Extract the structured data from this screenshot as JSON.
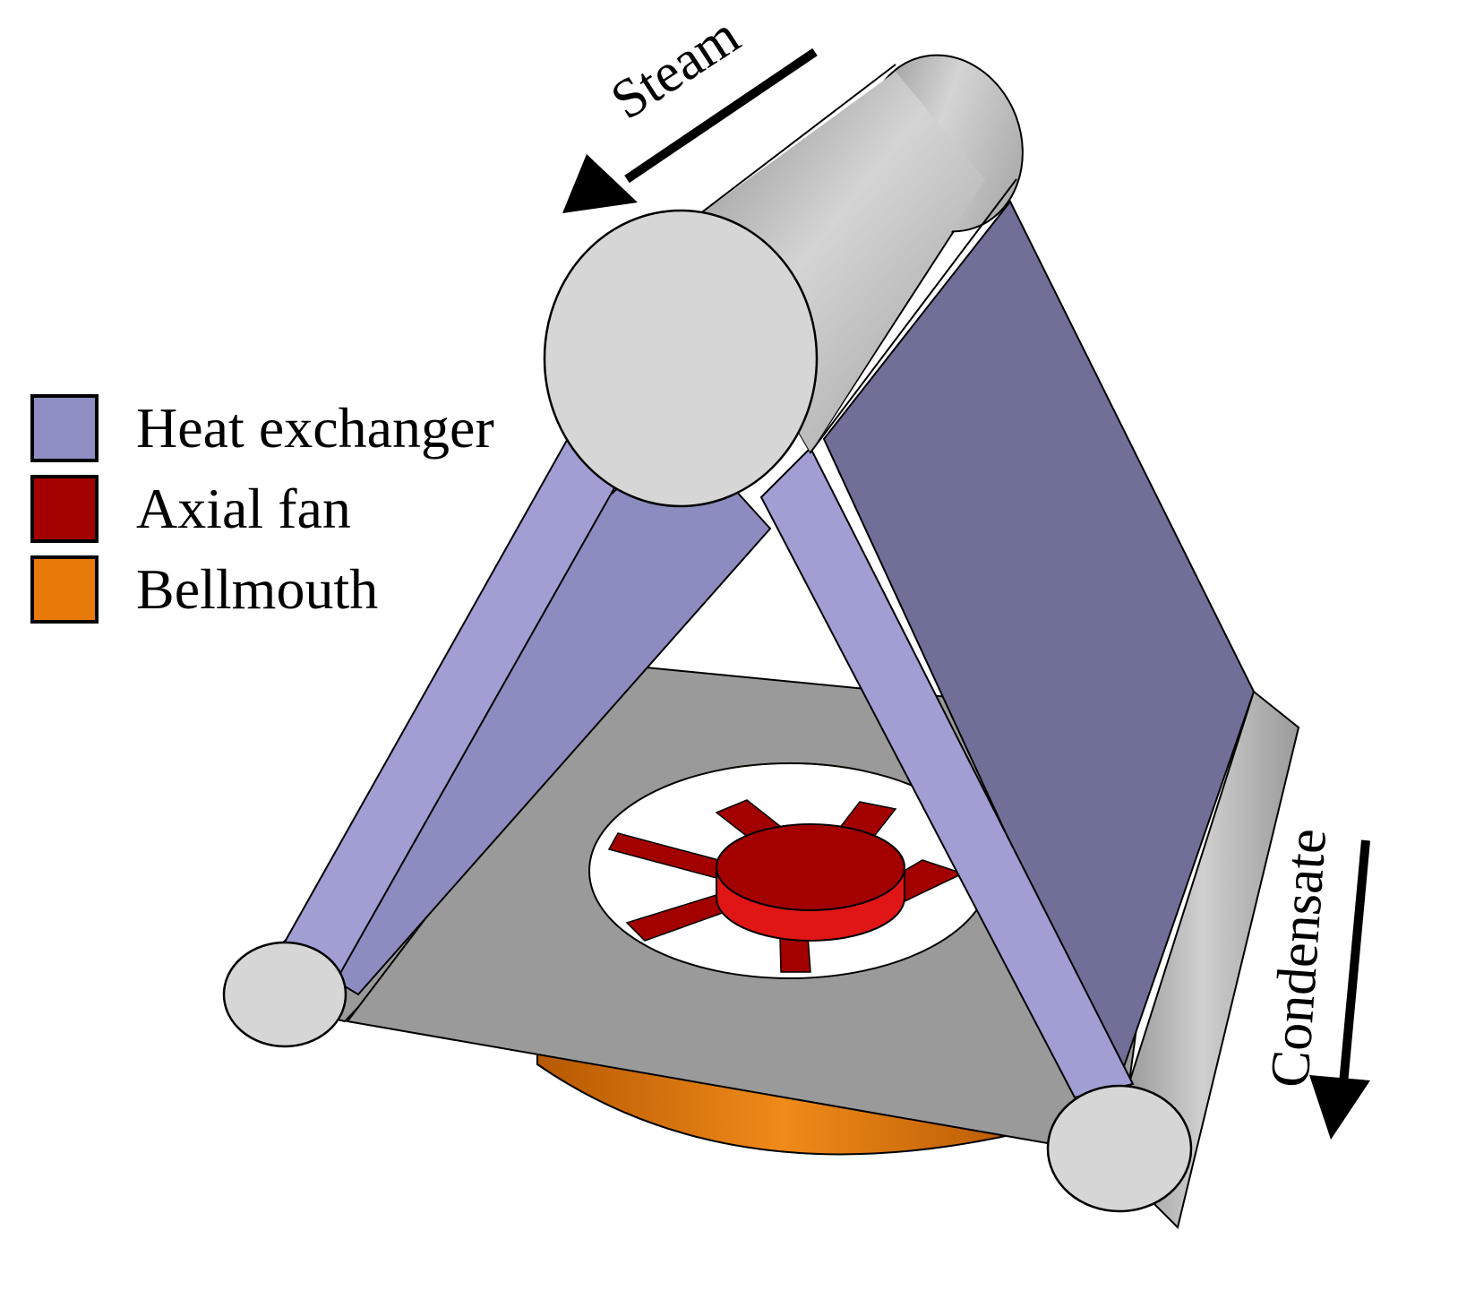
{
  "legend": {
    "items": [
      {
        "label": "Heat exchanger",
        "color": "#8e8ec4"
      },
      {
        "label": "Axial fan",
        "color": "#a30000"
      },
      {
        "label": "Bellmouth",
        "color": "#e87a0a"
      }
    ]
  },
  "flows": {
    "steam": "Steam",
    "condensate": "Condensate"
  },
  "colors": {
    "pipe": "#c8c8c8",
    "pipe_cap": "#d6d6d6",
    "panel_dark": "#6f6f98",
    "panel_light": "#8c8cc0",
    "panel_edge": "#a09ed2",
    "plate": "#9a9a9a",
    "fan": "#a30000",
    "fan_hub_side": "#e01515",
    "bellmouth": "#e87a0a"
  }
}
